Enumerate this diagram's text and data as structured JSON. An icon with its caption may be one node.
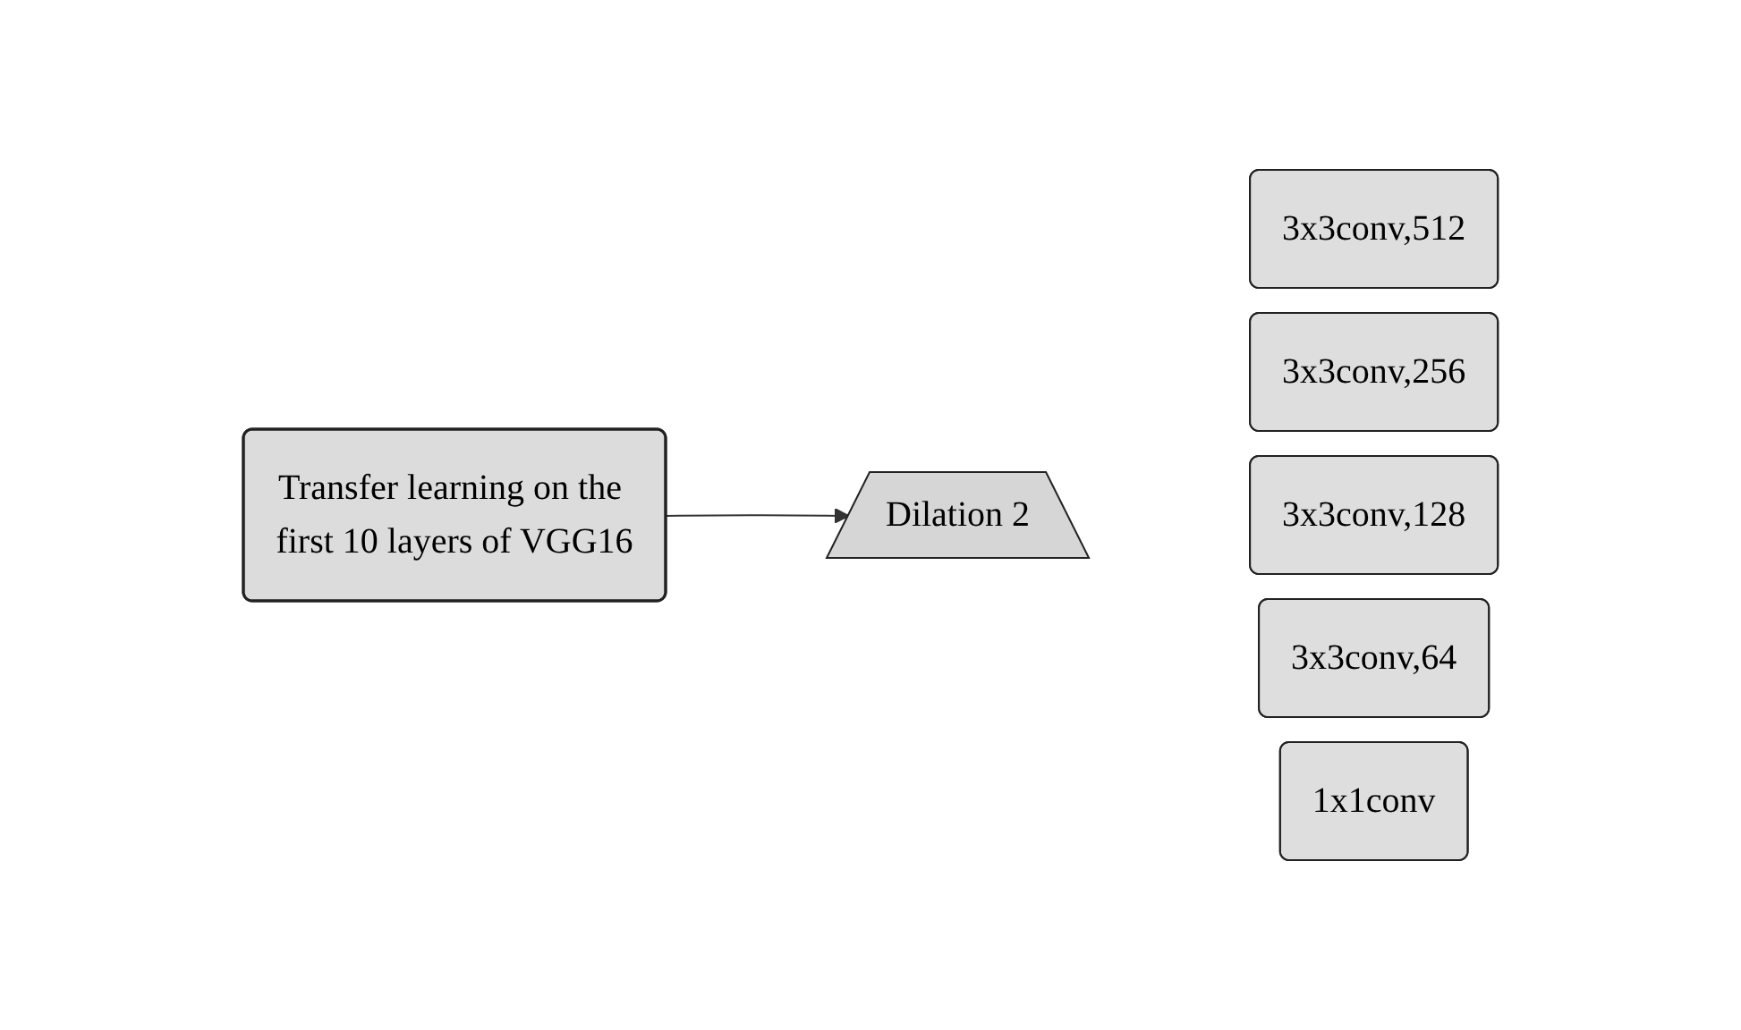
{
  "diagram": {
    "nodes": [
      {
        "text": [
          "Transfer learning on the first 10 layers of VGG16"
        ]
      },
      {
        "text": [
          "Dilation 2"
        ]
      },
      {
        "text": [
          "3x3conv,512"
        ]
      },
      {
        "text": [
          "3x3conv,256"
        ]
      },
      {
        "text": [
          "3x3conv,128"
        ]
      },
      {
        "text": [
          "3x3conv,64"
        ]
      },
      {
        "text": [
          "1x1conv"
        ]
      }
    ],
    "edges": [
      {
        "from": 0,
        "to": 1,
        "arrow": "to"
      }
    ]
  }
}
